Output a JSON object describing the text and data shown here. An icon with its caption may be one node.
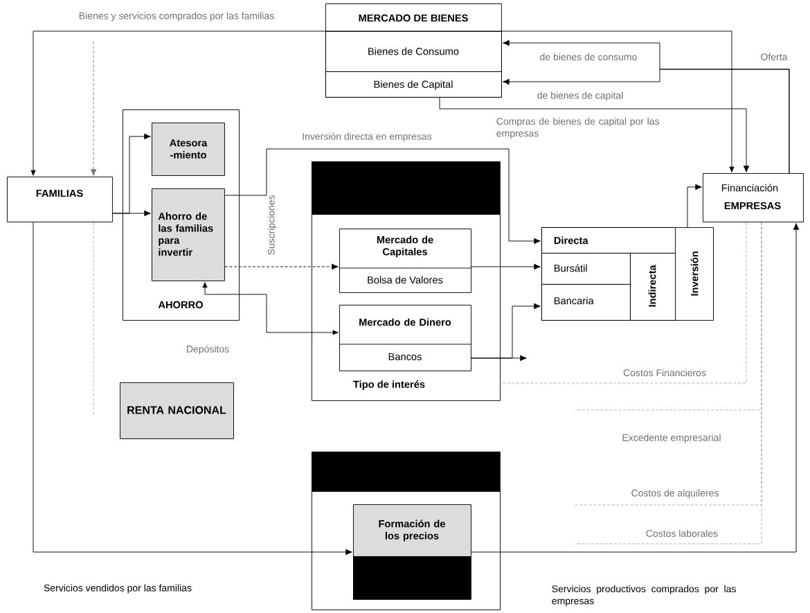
{
  "diagram": {
    "nodes": [
      {
        "text": [
          "FAMILIAS"
        ]
      },
      {
        "text": [
          "MERCADO DE BIENES"
        ]
      },
      {
        "text": [
          "Bienes de Consumo"
        ],
        "in": 1
      },
      {
        "text": [
          "Bienes de Capital"
        ],
        "in": 1
      },
      {
        "text": [
          "AHORRO"
        ]
      },
      {
        "text": [
          "Atesora -miento"
        ],
        "in": 4
      },
      {
        "text": [
          "Ahorro de las familias para invertir"
        ],
        "in": 4
      },
      {
        "text": [
          "Tipo de interés"
        ]
      },
      {
        "text": [
          "Mercado de Capitales",
          "Bolsa de Valores"
        ],
        "in": 7
      },
      {
        "text": [
          "Mercado de Dinero",
          "Bancos"
        ],
        "in": 7
      },
      {
        "text": [
          "Inversión"
        ]
      },
      {
        "text": [
          "Directa"
        ],
        "in": 10
      },
      {
        "text": [
          "Bursátil"
        ],
        "in": 10
      },
      {
        "text": [
          "Indirecta"
        ],
        "in": 10
      },
      {
        "text": [
          "Bancaria"
        ],
        "in": 10
      },
      {
        "text": [
          "Financiación",
          "EMPRESAS"
        ]
      },
      {
        "text": [
          "RENTA NACIONAL"
        ]
      },
      {
        "text": [],
        "shape": "box"
      },
      {
        "text": [
          "Formación de los precios"
        ],
        "in": 17
      }
    ],
    "edges": [
      {
        "from": 0,
        "to": 15,
        "arrow": "both",
        "label": "Bienes y servicios comprados por las familias"
      },
      {
        "from": null,
        "to": 0,
        "arrow": "to",
        "style": "dashed",
        "color": "#777777"
      },
      {
        "from": 0,
        "to": null,
        "arrow": "none",
        "style": "dashed",
        "color": "#aaaaaa"
      },
      {
        "from": 0,
        "to": 5,
        "arrow": "to"
      },
      {
        "from": 0,
        "to": 6,
        "arrow": "to"
      },
      {
        "from": 0,
        "to": 18,
        "arrow": "to",
        "label": "Servicios vendidos por las familias"
      },
      {
        "from": 18,
        "to": 15,
        "arrow": "to",
        "label": "Servicios productivos comprados por las empresas"
      },
      {
        "from": 6,
        "to": 11,
        "arrow": "to",
        "label": "Inversión directa en empresas"
      },
      {
        "from": 6,
        "to": 8,
        "arrow": "to",
        "style": "dashed"
      },
      {
        "from": 6,
        "to": 9,
        "arrow": "both",
        "label": "Depósitos"
      },
      {
        "from": 8,
        "to": 12,
        "arrow": "to"
      },
      {
        "from": 9,
        "to": 14,
        "arrow": "to"
      },
      {
        "from": 9,
        "to": null,
        "arrow": "to"
      },
      {
        "from": 10,
        "to": 15,
        "arrow": "to"
      },
      {
        "from": 15,
        "to": 2,
        "arrow": "to",
        "label": "de bienes de consumo"
      },
      {
        "from": 15,
        "to": 3,
        "arrow": "to",
        "label": "de bienes de capital"
      },
      {
        "from": 3,
        "to": 15,
        "arrow": "to",
        "label": "Compras de bienes de capital por las empresas"
      },
      {
        "from": 15,
        "to": 7,
        "arrow": "none",
        "style": "dashed",
        "color": "#aaaaaa",
        "label": "Costos Financieros"
      },
      {
        "from": 15,
        "to": null,
        "arrow": "none",
        "style": "dashed",
        "color": "#aaaaaa",
        "label": "Excedente empresarial"
      },
      {
        "from": 15,
        "to": null,
        "arrow": "none",
        "style": "dashed",
        "color": "#aaaaaa",
        "label": "Costos de alquileres"
      },
      {
        "from": 15,
        "to": null,
        "arrow": "none",
        "style": "dashed",
        "color": "#aaaaaa",
        "label": "Costos laborales"
      }
    ],
    "labels": [
      "Oferta",
      "Suscripciones"
    ]
  }
}
